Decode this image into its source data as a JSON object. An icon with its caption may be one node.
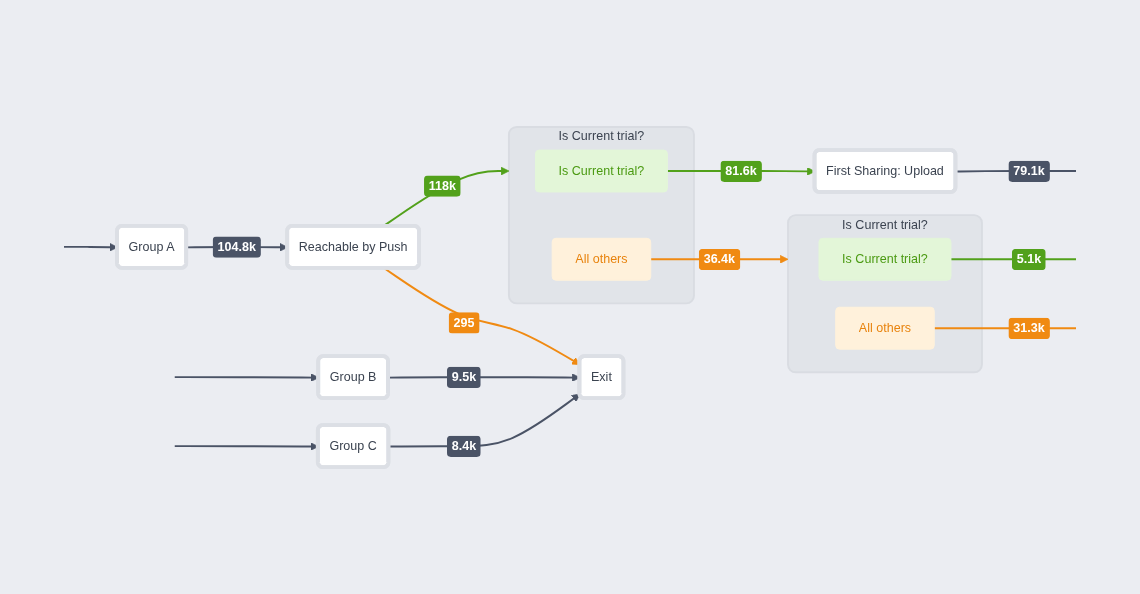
{
  "diagram": {
    "nodes": [
      {
        "text": [
          "Group A"
        ]
      },
      {
        "text": [
          "Group B"
        ]
      },
      {
        "text": [
          "Group C"
        ]
      },
      {
        "text": [
          "Reachable by Push"
        ]
      },
      {
        "text": [
          "Is Current trial?"
        ]
      },
      {
        "text": [
          "Is Current trial?"
        ],
        "in": 4
      },
      {
        "text": [
          "All others"
        ],
        "in": 4
      },
      {
        "text": [
          "Exit"
        ]
      },
      {
        "text": [
          "First Sharing: Upload"
        ]
      },
      {
        "text": [
          "Is Current trial?"
        ]
      },
      {
        "text": [
          "Is Current trial?"
        ],
        "in": 9
      },
      {
        "text": [
          "All others"
        ],
        "in": 9
      }
    ],
    "edges": [
      {
        "from": null,
        "to": 0,
        "arrow": "to"
      },
      {
        "from": null,
        "to": 1,
        "arrow": "to"
      },
      {
        "from": null,
        "to": 2,
        "arrow": "to"
      },
      {
        "from": 0,
        "to": 3,
        "label": "104.8k",
        "arrow": "to"
      },
      {
        "from": 3,
        "to": 4,
        "label": "118k",
        "arrow": "to",
        "color": "#52a11b"
      },
      {
        "from": 3,
        "to": 7,
        "label": "295",
        "arrow": "to",
        "color": "#f08a12"
      },
      {
        "from": 1,
        "to": 7,
        "label": "9.5k",
        "arrow": "to"
      },
      {
        "from": 2,
        "to": 7,
        "label": "8.4k",
        "arrow": "to"
      },
      {
        "from": 5,
        "to": 8,
        "label": "81.6k",
        "arrow": "to",
        "color": "#52a11b"
      },
      {
        "from": 6,
        "to": 9,
        "label": "36.4k",
        "arrow": "to",
        "color": "#f08a12"
      },
      {
        "from": 8,
        "to": null,
        "label": "79.1k",
        "arrow": "none"
      },
      {
        "from": 10,
        "to": null,
        "label": "5.1k",
        "arrow": "none",
        "color": "#52a11b"
      },
      {
        "from": 11,
        "to": null,
        "label": "31.3k",
        "arrow": "none",
        "color": "#f08a12"
      }
    ]
  }
}
